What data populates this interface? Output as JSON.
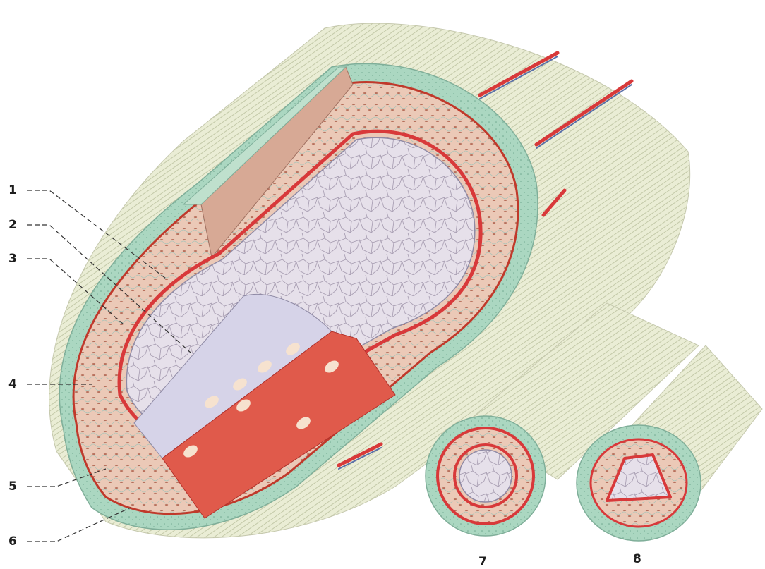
{
  "labels": {
    "l1": "1",
    "l2": "2",
    "l3": "3",
    "l4": "4",
    "l5": "5",
    "l6": "6",
    "l7": "7",
    "l8": "8"
  },
  "colors": {
    "adventitia_fibers": "#e9ecd2",
    "outer_layer": "#a9d6bf",
    "muscle": "#ebc7b4",
    "elastic_red": "#d8393a",
    "lumen": "#e3dde8",
    "endothelium": "#cdc9de"
  }
}
